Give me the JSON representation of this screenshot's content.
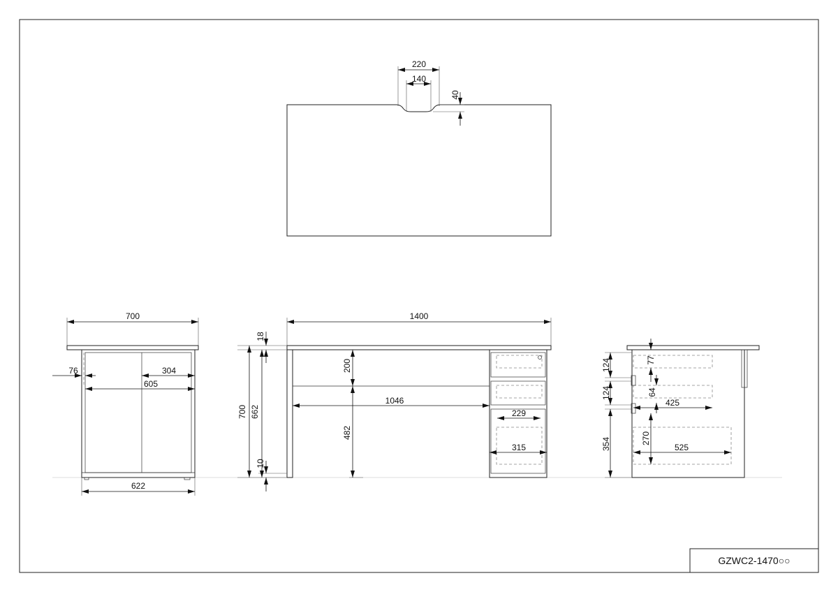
{
  "title_block": {
    "model": "GZWC2-1470○○"
  },
  "top_view": {
    "dims": {
      "notch_outer": "220",
      "notch_inner": "140",
      "notch_depth": "40"
    }
  },
  "side_view_left": {
    "dims": {
      "width": "700",
      "offset": "76",
      "half": "304",
      "inner": "605",
      "base": "622"
    }
  },
  "front_view": {
    "dims": {
      "length": "1400",
      "height": "700",
      "leg_height": "662",
      "top_thickness": "18",
      "foot": "10",
      "rail_drop": "200",
      "rail_height": "482",
      "leg_span": "1046",
      "drawer_inner": "229",
      "pedestal_width": "315"
    }
  },
  "side_view_right": {
    "dims": {
      "drawer1": "124",
      "drawer2": "124",
      "drawer3": "354",
      "gap_top": "77",
      "gap_mid": "64",
      "slide_short": "425",
      "file_height": "270",
      "slide_long": "525"
    }
  },
  "colors": {
    "line": "#222222",
    "hidden": "#888888",
    "ground": "#dddddd"
  }
}
